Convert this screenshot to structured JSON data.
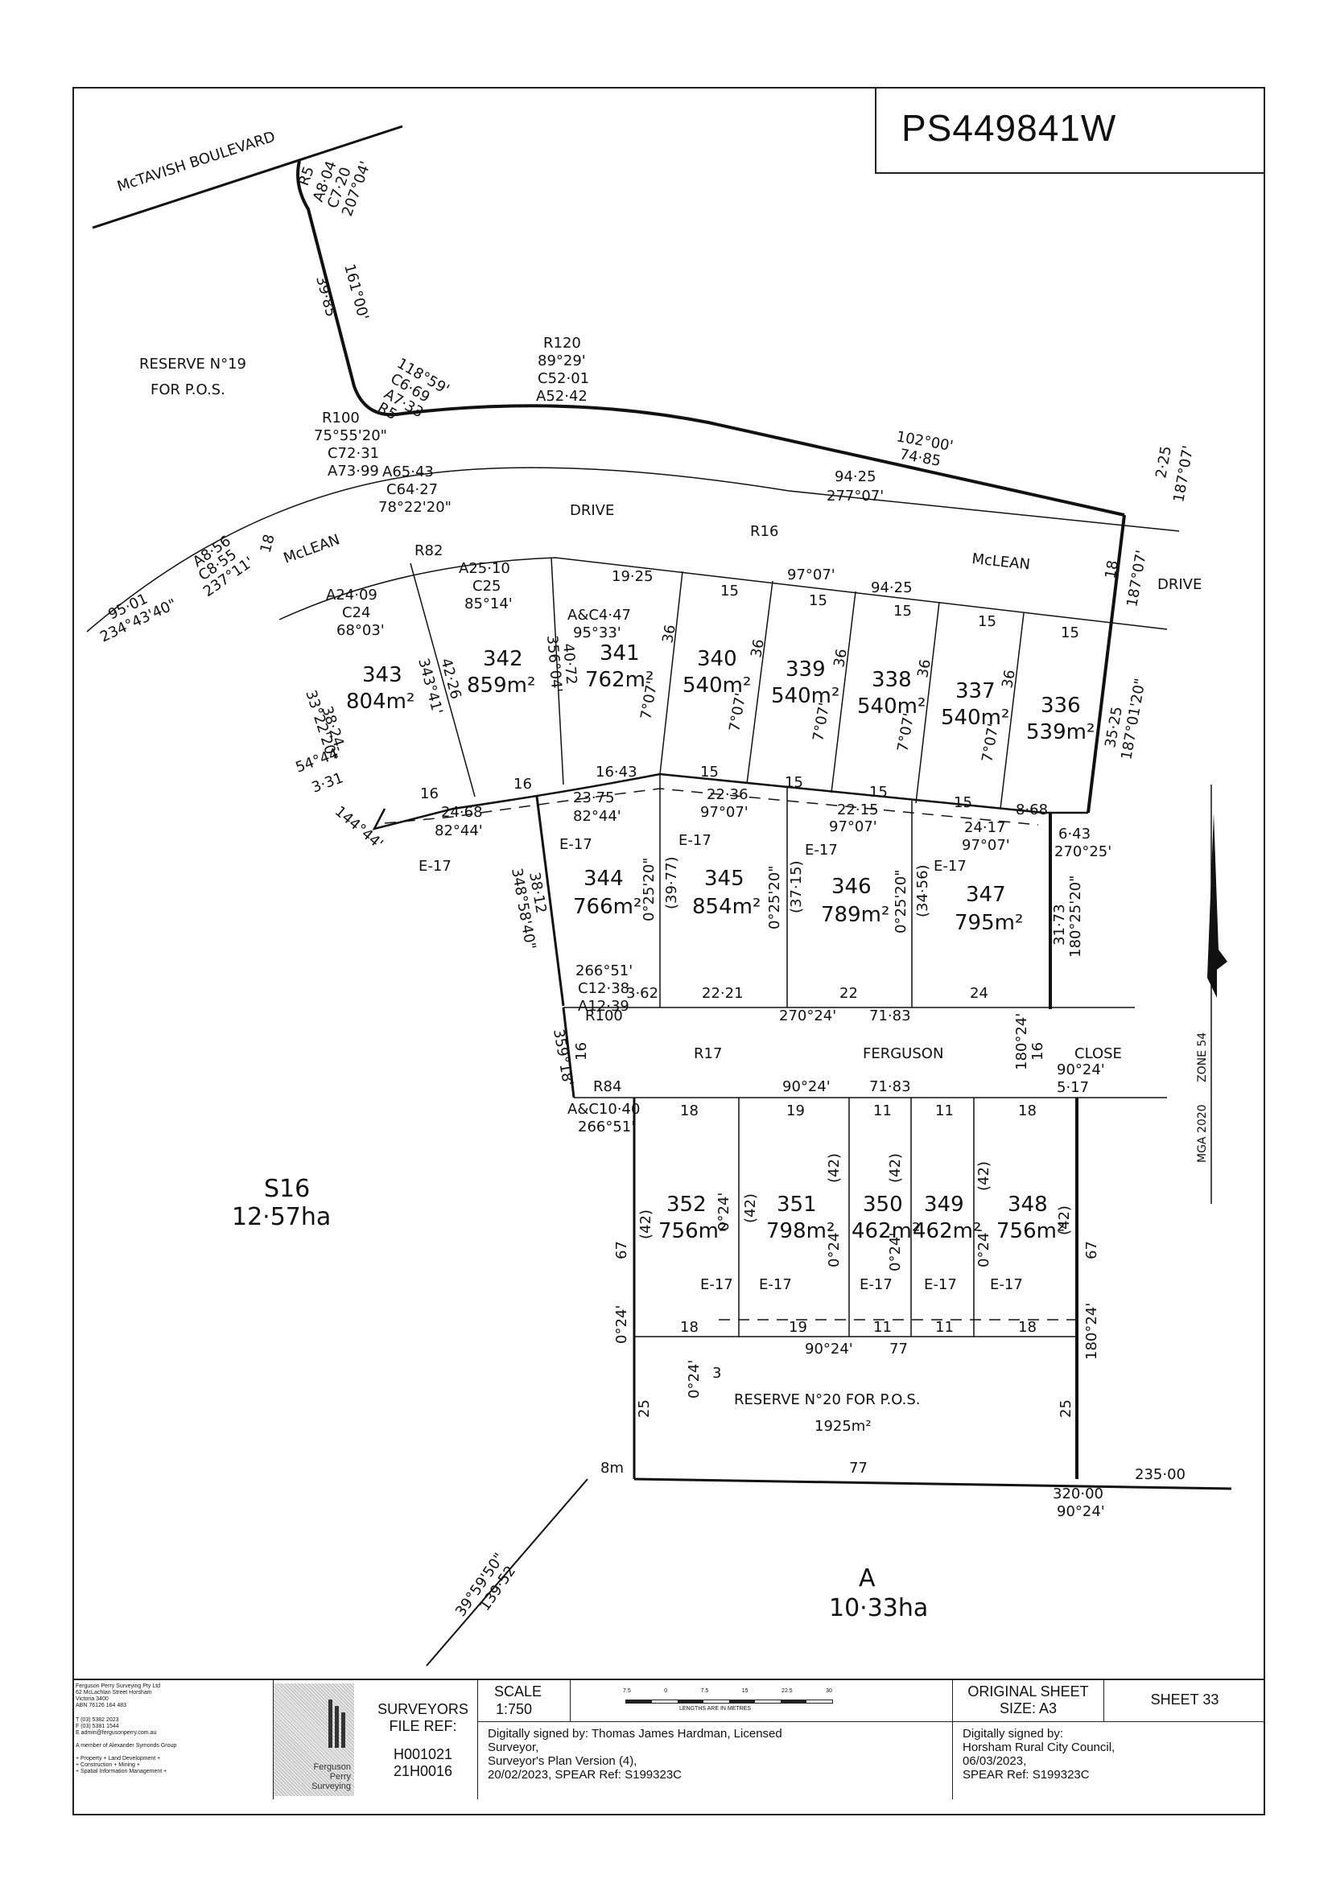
{
  "plan_number": "PS449841W",
  "roads": {
    "mctavish": "McTAVISH BOULEVARD",
    "mclean_left": "McLEAN",
    "drive_mid": "DRIVE",
    "r16": "R16",
    "mclean_right": "McLEAN",
    "drive_right": "DRIVE",
    "r17": "R17",
    "ferguson": "FERGUSON",
    "close": "CLOSE"
  },
  "reserves": {
    "r19_line1": "RESERVE N°19",
    "r19_line2": "FOR P.O.S.",
    "r20_line1": "RESERVE N°20 FOR P.O.S.",
    "r20_area": "1925m²"
  },
  "parcels": {
    "s16_name": "S16",
    "s16_area": "12·57ha",
    "a_name": "A",
    "a_area": "10·33ha"
  },
  "lots": [
    {
      "no": "343",
      "area": "804m²"
    },
    {
      "no": "342",
      "area": "859m²"
    },
    {
      "no": "341",
      "area": "762m²"
    },
    {
      "no": "340",
      "area": "540m²"
    },
    {
      "no": "339",
      "area": "540m²"
    },
    {
      "no": "338",
      "area": "540m²"
    },
    {
      "no": "337",
      "area": "540m²"
    },
    {
      "no": "336",
      "area": "539m²"
    },
    {
      "no": "344",
      "area": "766m²"
    },
    {
      "no": "345",
      "area": "854m²"
    },
    {
      "no": "346",
      "area": "789m²"
    },
    {
      "no": "347",
      "area": "795m²"
    },
    {
      "no": "352",
      "area": "756m²"
    },
    {
      "no": "351",
      "area": "798m²"
    },
    {
      "no": "350",
      "area": "462m²"
    },
    {
      "no": "349",
      "area": "462m²"
    },
    {
      "no": "348",
      "area": "756m²"
    }
  ],
  "dims": {
    "r5_arc": [
      "R5",
      "A8·04",
      "C7·20",
      "207°04'"
    ],
    "bearing_161": "161°00'",
    "len_3985": "39·85",
    "curve_118": [
      "118°59'",
      "C6·69",
      "A7·33",
      "R5"
    ],
    "r120": [
      "R120",
      "89°29'",
      "C52·01",
      "A52·42"
    ],
    "r100": [
      "R100",
      "75°55'20\"",
      "C72·31",
      "A73·99"
    ],
    "b102": [
      "102°00'",
      "74·85"
    ],
    "b225": [
      "2·25",
      "187°07'"
    ],
    "a65": [
      "A65·43",
      "C64·27",
      "78°22'20\""
    ],
    "b9425": [
      "94·25",
      "277°07'"
    ],
    "a856": [
      "A8·56",
      "C8·55",
      "237°11'"
    ],
    "b9501": [
      "95·01",
      "234°43'40\""
    ],
    "r82": "R82",
    "a25": [
      "A25·10",
      "C25",
      "85°14'"
    ],
    "a24": [
      "A24·09",
      "C24",
      "68°03'"
    ],
    "a447": [
      "A&C4·47",
      "95°33'"
    ],
    "len_1925": "19·25",
    "b97_07": "97°07'",
    "len_15": "15",
    "len_36": "36",
    "len_18": "18",
    "b187_07": "187°07'",
    "b187_0120": "187°01'20\"",
    "len_3525": "35·25",
    "len_3824": "38·24",
    "b33_22": "33°22'20\"",
    "b54": "54°44'",
    "len_331": "3·31",
    "b144": "144°44'",
    "len_16": "16",
    "len_1643": "16·43",
    "len_2468": "24·68",
    "b82_44": "82°44'",
    "len_2375": "23·75",
    "len_2236": "22·36",
    "len_2215": "22·15",
    "len_2417": "24·17",
    "len_868": "8·68",
    "len_643": "6·43",
    "b270_25": "270°25'",
    "len_3173": "31·73",
    "b180_2520": "180°25'20\"",
    "len_3812": "38·12",
    "b348": "348°58'40\"",
    "b359": "359°18'",
    "len_4226": "42·26",
    "b343": "343°41'",
    "len_4072": "40·72",
    "b356": "356°04'",
    "b7_07": "7°07'",
    "b0_2520": "0°25'20\"",
    "len_3977": "(39·77)",
    "len_3715": "(37·15)",
    "len_3456": "(34·56)",
    "e17": "E-17",
    "len_3": "3",
    "curve_266": [
      "266°51'",
      "C12·38",
      "A12·39"
    ],
    "len_362": "3·62",
    "len_2221": "22·21",
    "len_22": "22",
    "len_24": "24",
    "b270_24": "270°24'",
    "len_7183": "71·83",
    "r100b": "R100",
    "r84": "R84",
    "b90_24": "90°24'",
    "b180_24": "180°24'",
    "len_517": "5·17",
    "ac1040": [
      "A&C10·40",
      "266°51'"
    ],
    "len_19": "19",
    "len_11": "11",
    "len_42": "(42)",
    "len_67": "67",
    "b0_24": "0°24'",
    "len_77": "77",
    "len_25": "25",
    "len_8m": "8m",
    "len_23500": "235·00",
    "b320": "320·00",
    "b39": "39°59'50\"",
    "len_13952": "139·52",
    "mga": "MGA 2020",
    "zone": "ZONE 54"
  },
  "title_block": {
    "firm_lines": [
      "Ferguson Perry Surveying Pty Ltd",
      "62 McLachlan Street Horsham",
      "Victoria 3400",
      "ABN 76126 164 483"
    ],
    "contact_lines": [
      "T   (03) 5382 2023",
      "F   (03) 5381 1544",
      "E   admin@fergusonperry.com.au"
    ],
    "member_line": "A member of Alexander Symonds Group",
    "services_lines": [
      "+ Property + Land Development +",
      "+ Construction + Mining +",
      "+ Spatial Information Management +"
    ],
    "logo_text": [
      "Ferguson",
      "Perry",
      "Surveying"
    ],
    "surveyors_label": "SURVEYORS",
    "file_ref_label": "FILE REF:",
    "file_refs": [
      "H001021",
      "21H0016"
    ],
    "scale_label": "SCALE",
    "scale_value": "1:750",
    "scale_ticks": [
      "7.5",
      "0",
      "7.5",
      "15",
      "22.5",
      "30"
    ],
    "scale_units": "LENGTHS ARE IN METRES",
    "original_sheet": [
      "ORIGINAL SHEET",
      "SIZE: A3"
    ],
    "sheet": "SHEET 33",
    "signed_surveyor": [
      "Digitally signed by: Thomas James Hardman, Licensed",
      "Surveyor,",
      "Surveyor's Plan Version (4),",
      "20/02/2023, SPEAR Ref: S199323C"
    ],
    "signed_council": [
      "Digitally signed by:",
      "Horsham Rural City Council,",
      "06/03/2023,",
      "SPEAR Ref: S199323C"
    ]
  }
}
